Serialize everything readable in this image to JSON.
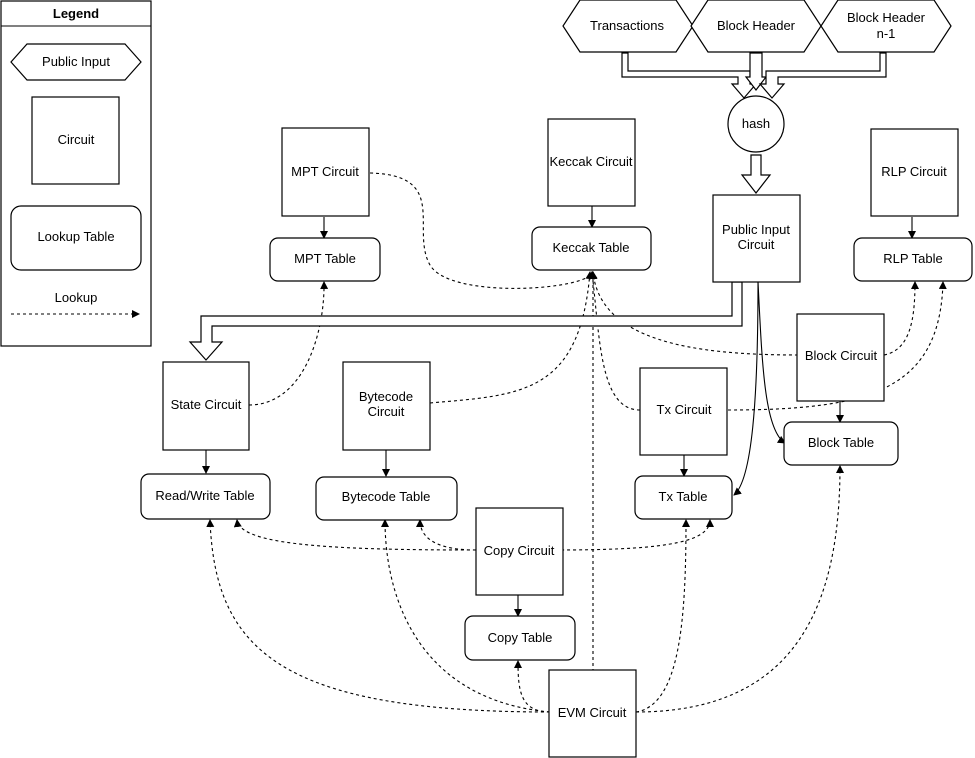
{
  "legend": {
    "title": "Legend",
    "public_input": "Public Input",
    "circuit": "Circuit",
    "lookup_table": "Lookup Table",
    "lookup": "Lookup"
  },
  "inputs": {
    "transactions": "Transactions",
    "block_header": "Block Header",
    "block_header_prev_1": "Block Header",
    "block_header_prev_2": "n-1"
  },
  "hash_label": "hash",
  "circuits": {
    "mpt": "MPT Circuit",
    "keccak": "Keccak Circuit",
    "public_input_1": "Public Input",
    "public_input_2": "Circuit",
    "rlp": "RLP Circuit",
    "block": "Block Circuit",
    "state": "State Circuit",
    "bytecode_1": "Bytecode",
    "bytecode_2": "Circuit",
    "tx": "Tx Circuit",
    "copy": "Copy Circuit",
    "evm": "EVM Circuit"
  },
  "tables": {
    "mpt": "MPT Table",
    "keccak": "Keccak Table",
    "rlp": "RLP Table",
    "block": "Block Table",
    "read_write": "Read/Write Table",
    "bytecode": "Bytecode Table",
    "tx": "Tx Table",
    "copy": "Copy Table"
  }
}
